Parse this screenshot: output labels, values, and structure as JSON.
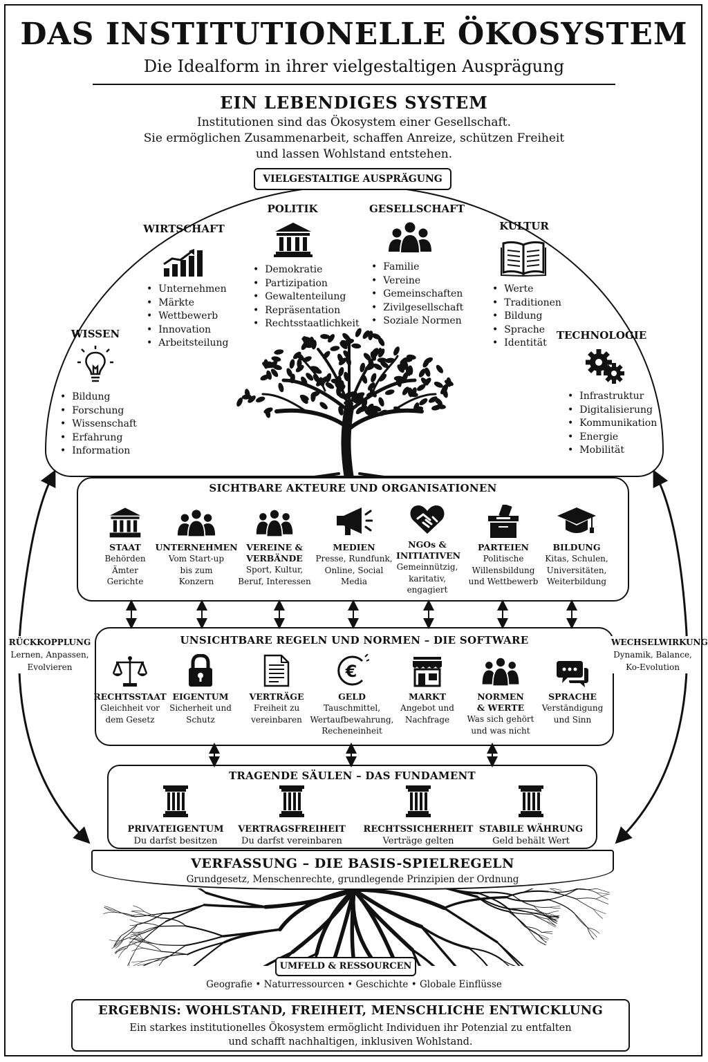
{
  "title": "DAS INSTITUTIONELLE ÖKOSYSTEM",
  "subtitle": "Die Idealform in ihrer vielgestaltigen Ausprägung",
  "intro": {
    "heading": "EIN LEBENDIGES SYSTEM",
    "lines": [
      "Institutionen sind das Ökosystem einer Gesellschaft.",
      "Sie ermöglichen Zusammenarbeit, schaffen Anreize, schützen Freiheit",
      "und lassen Wohlstand entstehen."
    ]
  },
  "dome": {
    "label": "VIELGESTALTIGE AUSPRÄGUNG",
    "categories": {
      "wissen": {
        "title": "WISSEN",
        "icon": "lightbulb-icon",
        "items": [
          "Bildung",
          "Forschung",
          "Wissenschaft",
          "Erfahrung",
          "Information"
        ]
      },
      "wirtschaft": {
        "title": "WIRTSCHAFT",
        "icon": "growth-chart-icon",
        "items": [
          "Unternehmen",
          "Märkte",
          "Wettbewerb",
          "Innovation",
          "Arbeitsteilung"
        ]
      },
      "politik": {
        "title": "POLITIK",
        "icon": "institution-building-icon",
        "items": [
          "Demokratie",
          "Partizipation",
          "Gewaltenteilung",
          "Repräsentation",
          "Rechtsstaatlichkeit"
        ]
      },
      "gesellschaft": {
        "title": "GESELLSCHAFT",
        "icon": "people-group-icon",
        "items": [
          "Familie",
          "Vereine",
          "Gemeinschaften",
          "Zivilgesellschaft",
          "Soziale Normen"
        ]
      },
      "kultur": {
        "title": "KULTUR",
        "icon": "open-book-icon",
        "items": [
          "Werte",
          "Traditionen",
          "Bildung",
          "Sprache",
          "Identität"
        ]
      },
      "technologie": {
        "title": "TECHNOLOGIE",
        "icon": "gears-icon",
        "items": [
          "Infrastruktur",
          "Digitalisierung",
          "Kommunikation",
          "Energie",
          "Mobilität"
        ]
      }
    }
  },
  "actors": {
    "heading": "SICHTBARE AKTEURE UND ORGANISATIONEN",
    "items": [
      {
        "name": "STAAT",
        "icon": "government-building-icon",
        "desc": [
          "Behörden",
          "Ämter",
          "Gerichte"
        ]
      },
      {
        "name": "UNTERNEHMEN",
        "icon": "team-icon",
        "desc": [
          "Vom Start-up",
          "bis zum",
          "Konzern"
        ]
      },
      {
        "name": "VEREINE & VERBÄNDE",
        "icon": "group-icon",
        "desc": [
          "Sport, Kultur,",
          "Beruf, Interessen"
        ]
      },
      {
        "name": "MEDIEN",
        "icon": "megaphone-icon",
        "desc": [
          "Presse, Rundfunk,",
          "Online, Social",
          "Media"
        ]
      },
      {
        "name": "NGOs & INITIATIVEN",
        "icon": "heart-handshake-icon",
        "desc": [
          "Gemeinnützig,",
          "karitativ,",
          "engagiert"
        ]
      },
      {
        "name": "PARTEIEN",
        "icon": "ballot-box-icon",
        "desc": [
          "Politische",
          "Willensbildung",
          "und Wettbewerb"
        ]
      },
      {
        "name": "BILDUNG",
        "icon": "graduation-cap-icon",
        "desc": [
          "Kitas, Schulen,",
          "Universitäten,",
          "Weiterbildung"
        ]
      }
    ]
  },
  "rules": {
    "heading": "UNSICHTBARE REGELN UND NORMEN – DIE SOFTWARE",
    "items": [
      {
        "name": "RECHTSSTAAT",
        "icon": "scales-icon",
        "desc": [
          "Gleichheit vor",
          "dem Gesetz"
        ]
      },
      {
        "name": "EIGENTUM",
        "icon": "padlock-icon",
        "desc": [
          "Sicherheit und",
          "Schutz"
        ]
      },
      {
        "name": "VERTRÄGE",
        "icon": "document-icon",
        "desc": [
          "Freiheit zu",
          "vereinbaren"
        ]
      },
      {
        "name": "GELD",
        "icon": "euro-icon",
        "desc": [
          "Tauschmittel,",
          "Wertaufbewahrung,",
          "Recheneinheit"
        ]
      },
      {
        "name": "MARKT",
        "icon": "market-stall-icon",
        "desc": [
          "Angebot und",
          "Nachfrage"
        ]
      },
      {
        "name": "NORMEN & WERTE",
        "icon": "community-icon",
        "desc": [
          "Was sich gehört",
          "und was nicht"
        ]
      },
      {
        "name": "SPRACHE",
        "icon": "speech-bubbles-icon",
        "desc": [
          "Verständigung",
          "und Sinn"
        ]
      }
    ]
  },
  "pillars": {
    "heading": "TRAGENDE SÄULEN – DAS FUNDAMENT",
    "items": [
      {
        "name": "PRIVATEIGENTUM",
        "desc": "Du darfst besitzen"
      },
      {
        "name": "VERTRAGSFREIHEIT",
        "desc": "Du darfst vereinbaren"
      },
      {
        "name": "RECHTSSICHERHEIT",
        "desc": "Verträge gelten"
      },
      {
        "name": "STABILE WÄHRUNG",
        "desc": "Geld behält Wert"
      }
    ]
  },
  "constitution": {
    "title": "VERFASSUNG – DIE BASIS-SPIELREGELN",
    "subtitle": "Grundgesetz, Menschenrechte, grundlegende Prinzipien der Ordnung"
  },
  "feedback": {
    "title": "RÜCKKOPPLUNG",
    "lines": [
      "Lernen, Anpassen,",
      "Evolvieren"
    ]
  },
  "interaction": {
    "title": "WECHSELWIRKUNG",
    "lines": [
      "Dynamik, Balance,",
      "Ko-Evolution"
    ]
  },
  "environment": {
    "label": "UMFELD & RESSOURCEN",
    "text": "Geografie • Naturressourcen • Geschichte • Globale Einflüsse"
  },
  "result": {
    "title": "ERGEBNIS: WOHLSTAND, FREIHEIT, MENSCHLICHE ENTWICKLUNG",
    "lines": [
      "Ein starkes institutionelles Ökosystem ermöglicht Individuen ihr Potenzial zu entfalten",
      "und schafft nachhaltigen, inklusiven Wohlstand."
    ]
  }
}
